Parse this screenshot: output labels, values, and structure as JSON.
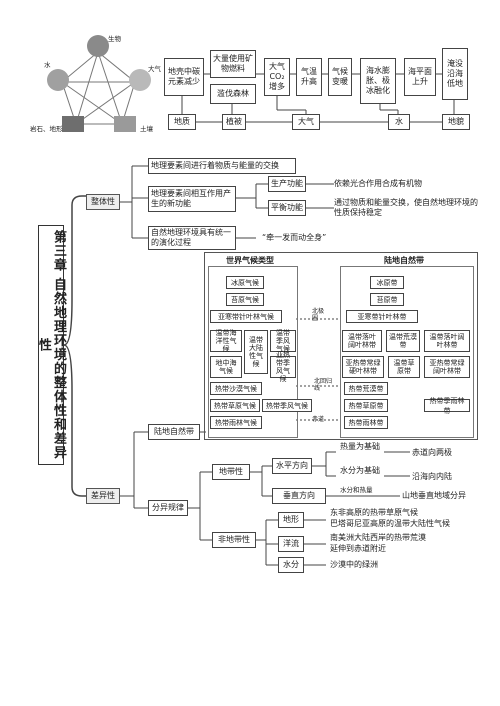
{
  "pentagon": {
    "nodes": [
      "生物",
      "大气",
      "水",
      "岩石、地形",
      "土壤"
    ]
  },
  "chain": {
    "row1": [
      "地壳中碳元素减少",
      "大量使用矿物燃料",
      "滥伐森林",
      "大气CO₂增多",
      "气温升高",
      "气候变暖",
      "海水膨胀、极冰融化",
      "海平面上升",
      "淹没沿海低地"
    ],
    "row2": [
      "地质",
      "植被",
      "大气",
      "水",
      "地貌"
    ]
  },
  "title": "第三章 自然地理环境的整体性和差异性",
  "whole": {
    "label": "整体性",
    "items": [
      "地理要素间进行着物质与能量的交换",
      "地理要素间相互作用产生的新功能",
      "自然地理环境具有统一的演化过程"
    ],
    "functions": [
      "生产功能",
      "平衡功能"
    ],
    "function_desc": [
      "依赖光合作用合成有机物",
      "通过物质和能量交换，使自然地理环境的性质保持稳定"
    ],
    "evolution_desc": "“牵一发而动全身”"
  },
  "diff": {
    "label": "差异性",
    "land_zone": "陆地自然带",
    "pattern": "分异规律",
    "zonal": "地带性",
    "azonal": "非地带性",
    "horizontal": "水平方向",
    "vertical": "垂直方向",
    "heat_basis": "热量为基础",
    "water_basis": "水分为基础",
    "heat_water": "水分和热量",
    "eq_to_pole": "赤道向两极",
    "coast_inland": "沿海向内陆",
    "mountain": "山地垂直地域分异",
    "terrain": "地形",
    "current": "洋流",
    "water": "水分",
    "terrain_desc": [
      "东非高原的热带草原气候",
      "巴塔哥尼亚高原的温带大陆性气候"
    ],
    "current_desc": [
      "南美洲大陆西岸的热带荒漠",
      "延伸到赤道附近"
    ],
    "water_desc": "沙漠中的绿洲"
  },
  "climate_panel": {
    "left_title": "世界气候类型",
    "right_title": "陆地自然带",
    "lat_labels": [
      "北极圈",
      "北回归线",
      "赤道"
    ],
    "climates": [
      "冰原气候",
      "苔原气候",
      "亚寒带针叶林气候",
      "温带海洋性气候",
      "温带大陆性气候",
      "温带季风气候",
      "地中海气候",
      "亚热带季风气候",
      "热带沙漠气候",
      "热带草原气候",
      "热带季风气候",
      "热带雨林气候"
    ],
    "zones": [
      "冰原带",
      "苔原带",
      "亚寒带针叶林带",
      "温带落叶阔叶林带",
      "温带荒漠带",
      "温带落叶阔叶林带",
      "亚热带常绿硬叶林带",
      "温带草原带",
      "亚热带常绿阔叶林带",
      "热带荒漠带",
      "热带草原带",
      "热带季雨林带",
      "热带雨林带"
    ]
  }
}
